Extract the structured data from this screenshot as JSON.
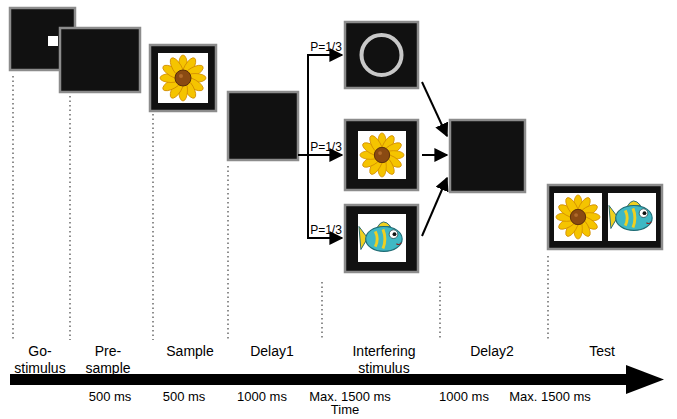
{
  "diagram": {
    "labels": [
      "P=1/3",
      "P=1/3",
      "P=1/3",
      "Go- stimulus",
      "Pre- sample",
      "Sample",
      "Delay1",
      "Interfering stimulus",
      "Delay2",
      "Test",
      "500 ms",
      "500 ms",
      "1000 ms",
      "Max. 1500 ms",
      "1000 ms",
      "Max. 1500 ms",
      "Time"
    ]
  }
}
